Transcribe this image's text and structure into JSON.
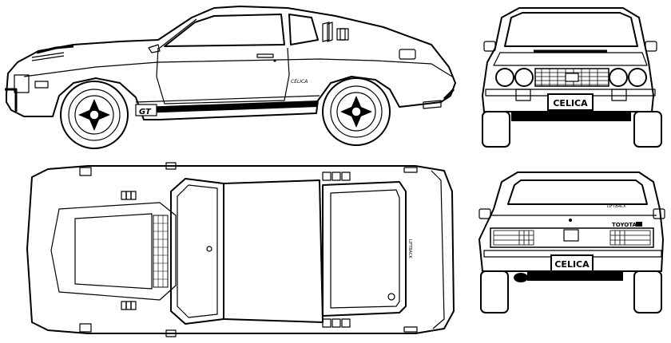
{
  "badges": {
    "front_plate": "CELICA",
    "rear_plate": "CELICA",
    "side_script": "CELICA",
    "side_stripe": "GT",
    "rear_brand": "TOYOTA",
    "roof_script": "LIFTBACK"
  }
}
